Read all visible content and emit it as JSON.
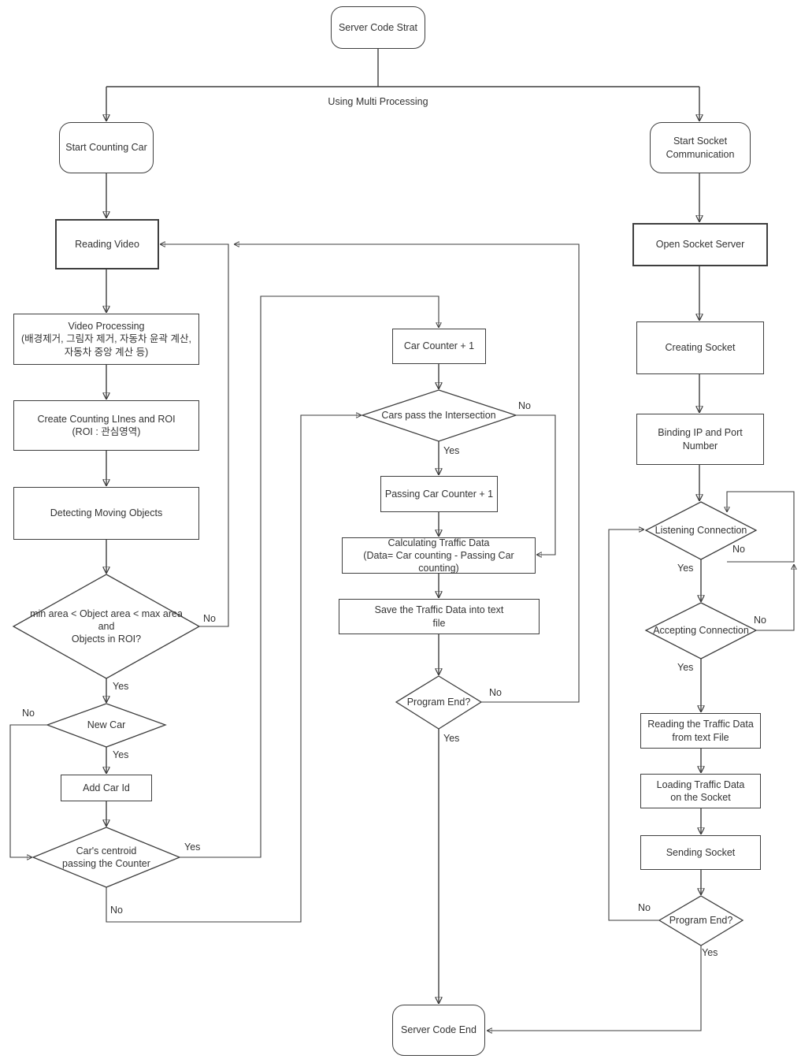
{
  "diagram": {
    "type": "flowchart",
    "nodes": {
      "server_code_start": "Server Code Strat",
      "start_counting_car": "Start Counting Car",
      "start_socket": "Start Socket\nCommunication",
      "reading_video": "Reading Video",
      "video_processing": "Video Processing\n(배경제거, 그림자 제거, 자동차 윤곽 계산,\n자동차 중앙 계산 등)",
      "create_counting": "Create Counting LInes and ROI\n(ROI : 관심영역)",
      "detecting_moving": "Detecting Moving Objects",
      "min_area_check": "min area < Object area < max area\nand\nObjects in ROI?",
      "new_car": "New Car",
      "add_car_id": "Add Car Id",
      "car_centroid": "Car's centroid\npassing the Counter",
      "car_counter": "Car Counter + 1",
      "cars_pass": "Cars pass the Intersection",
      "passing_car_counter": "Passing Car Counter + 1",
      "calculating_traffic": "Calculating Traffic Data\n(Data= Car counting - Passing Car counting)",
      "save_traffic": "Save the Traffic Data into text\nfile",
      "program_end_center": "Program End?",
      "open_socket_server": "Open Socket Server",
      "creating_socket": "Creating Socket",
      "binding_ip": "Binding IP and Port Number",
      "listening_connection": "Listening Connection",
      "accepting_connection": "Accepting Connection",
      "reading_traffic": "Reading the Traffic Data\nfrom text File",
      "loading_traffic": "Loading Traffic Data\non the Socket",
      "sending_socket": "Sending Socket",
      "program_end_right": "Program End?",
      "server_code_end": "Server Code End"
    },
    "edge_labels": {
      "multiprocessing": "Using Multi Processing",
      "min_area_no": "No",
      "min_area_yes": "Yes",
      "new_car_no": "No",
      "new_car_yes": "Yes",
      "centroid_yes": "Yes",
      "centroid_no": "No",
      "cars_pass_no": "No",
      "cars_pass_yes": "Yes",
      "program_end_center_no": "No",
      "program_end_center_yes": "Yes",
      "listening_yes": "Yes",
      "listening_no": "No",
      "accepting_yes": "Yes",
      "accepting_no": "No",
      "program_end_right_no": "No",
      "program_end_right_yes": "Yes"
    },
    "colors": {
      "stroke": "#3e3e3e",
      "text": "#333333",
      "background": "#ffffff"
    }
  }
}
